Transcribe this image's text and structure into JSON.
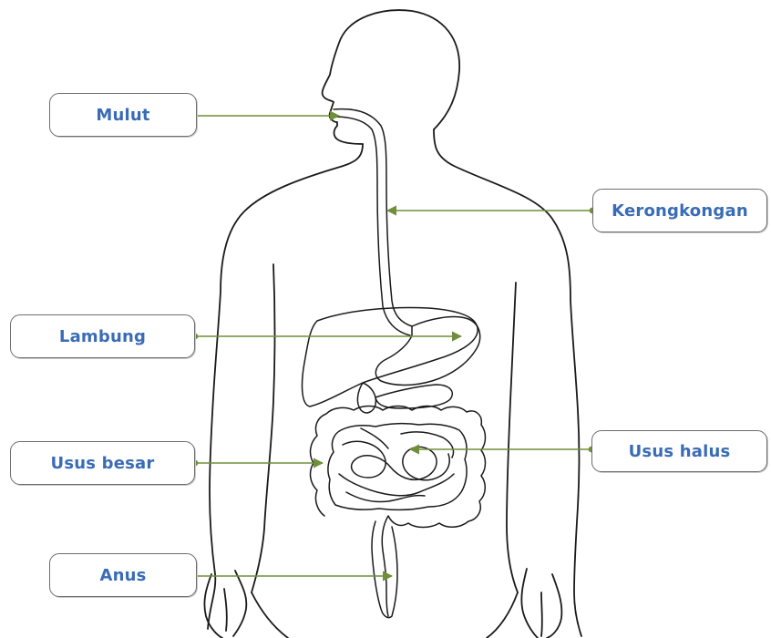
{
  "labels": {
    "mulut": "Mulut",
    "kerongkongan": "Kerongkongan",
    "lambung": "Lambung",
    "usus_besar": "Usus besar",
    "usus_halus": "Usus halus",
    "anus": "Anus"
  },
  "colors": {
    "label_text": "#3a6cb5",
    "box_border": "#6e6e6e",
    "arrow": "#6f8f3a",
    "outline": "#1a1a1a"
  }
}
